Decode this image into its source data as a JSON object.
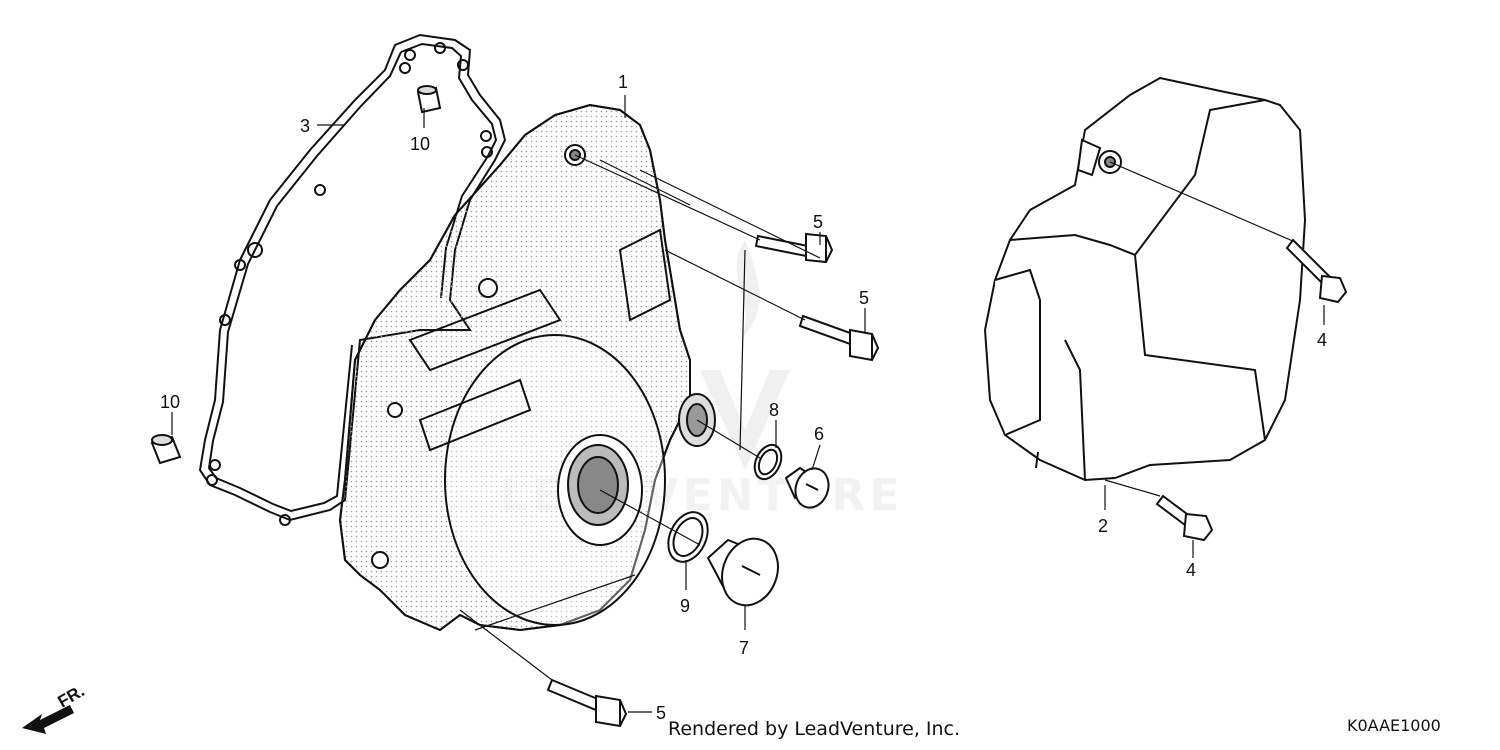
{
  "callouts": {
    "c1": "1",
    "c2": "2",
    "c3": "3",
    "c4a": "4",
    "c4b": "4",
    "c5a": "5",
    "c5b": "5",
    "c5c": "5",
    "c6": "6",
    "c7": "7",
    "c8": "8",
    "c9": "9",
    "c10a": "10",
    "c10b": "10"
  },
  "direction_label": "FR.",
  "watermark": "LEADVENTURE",
  "footer": {
    "rendered_by": "Rendered by LeadVenture, Inc.",
    "diagram_code": "K0AAE1000"
  }
}
